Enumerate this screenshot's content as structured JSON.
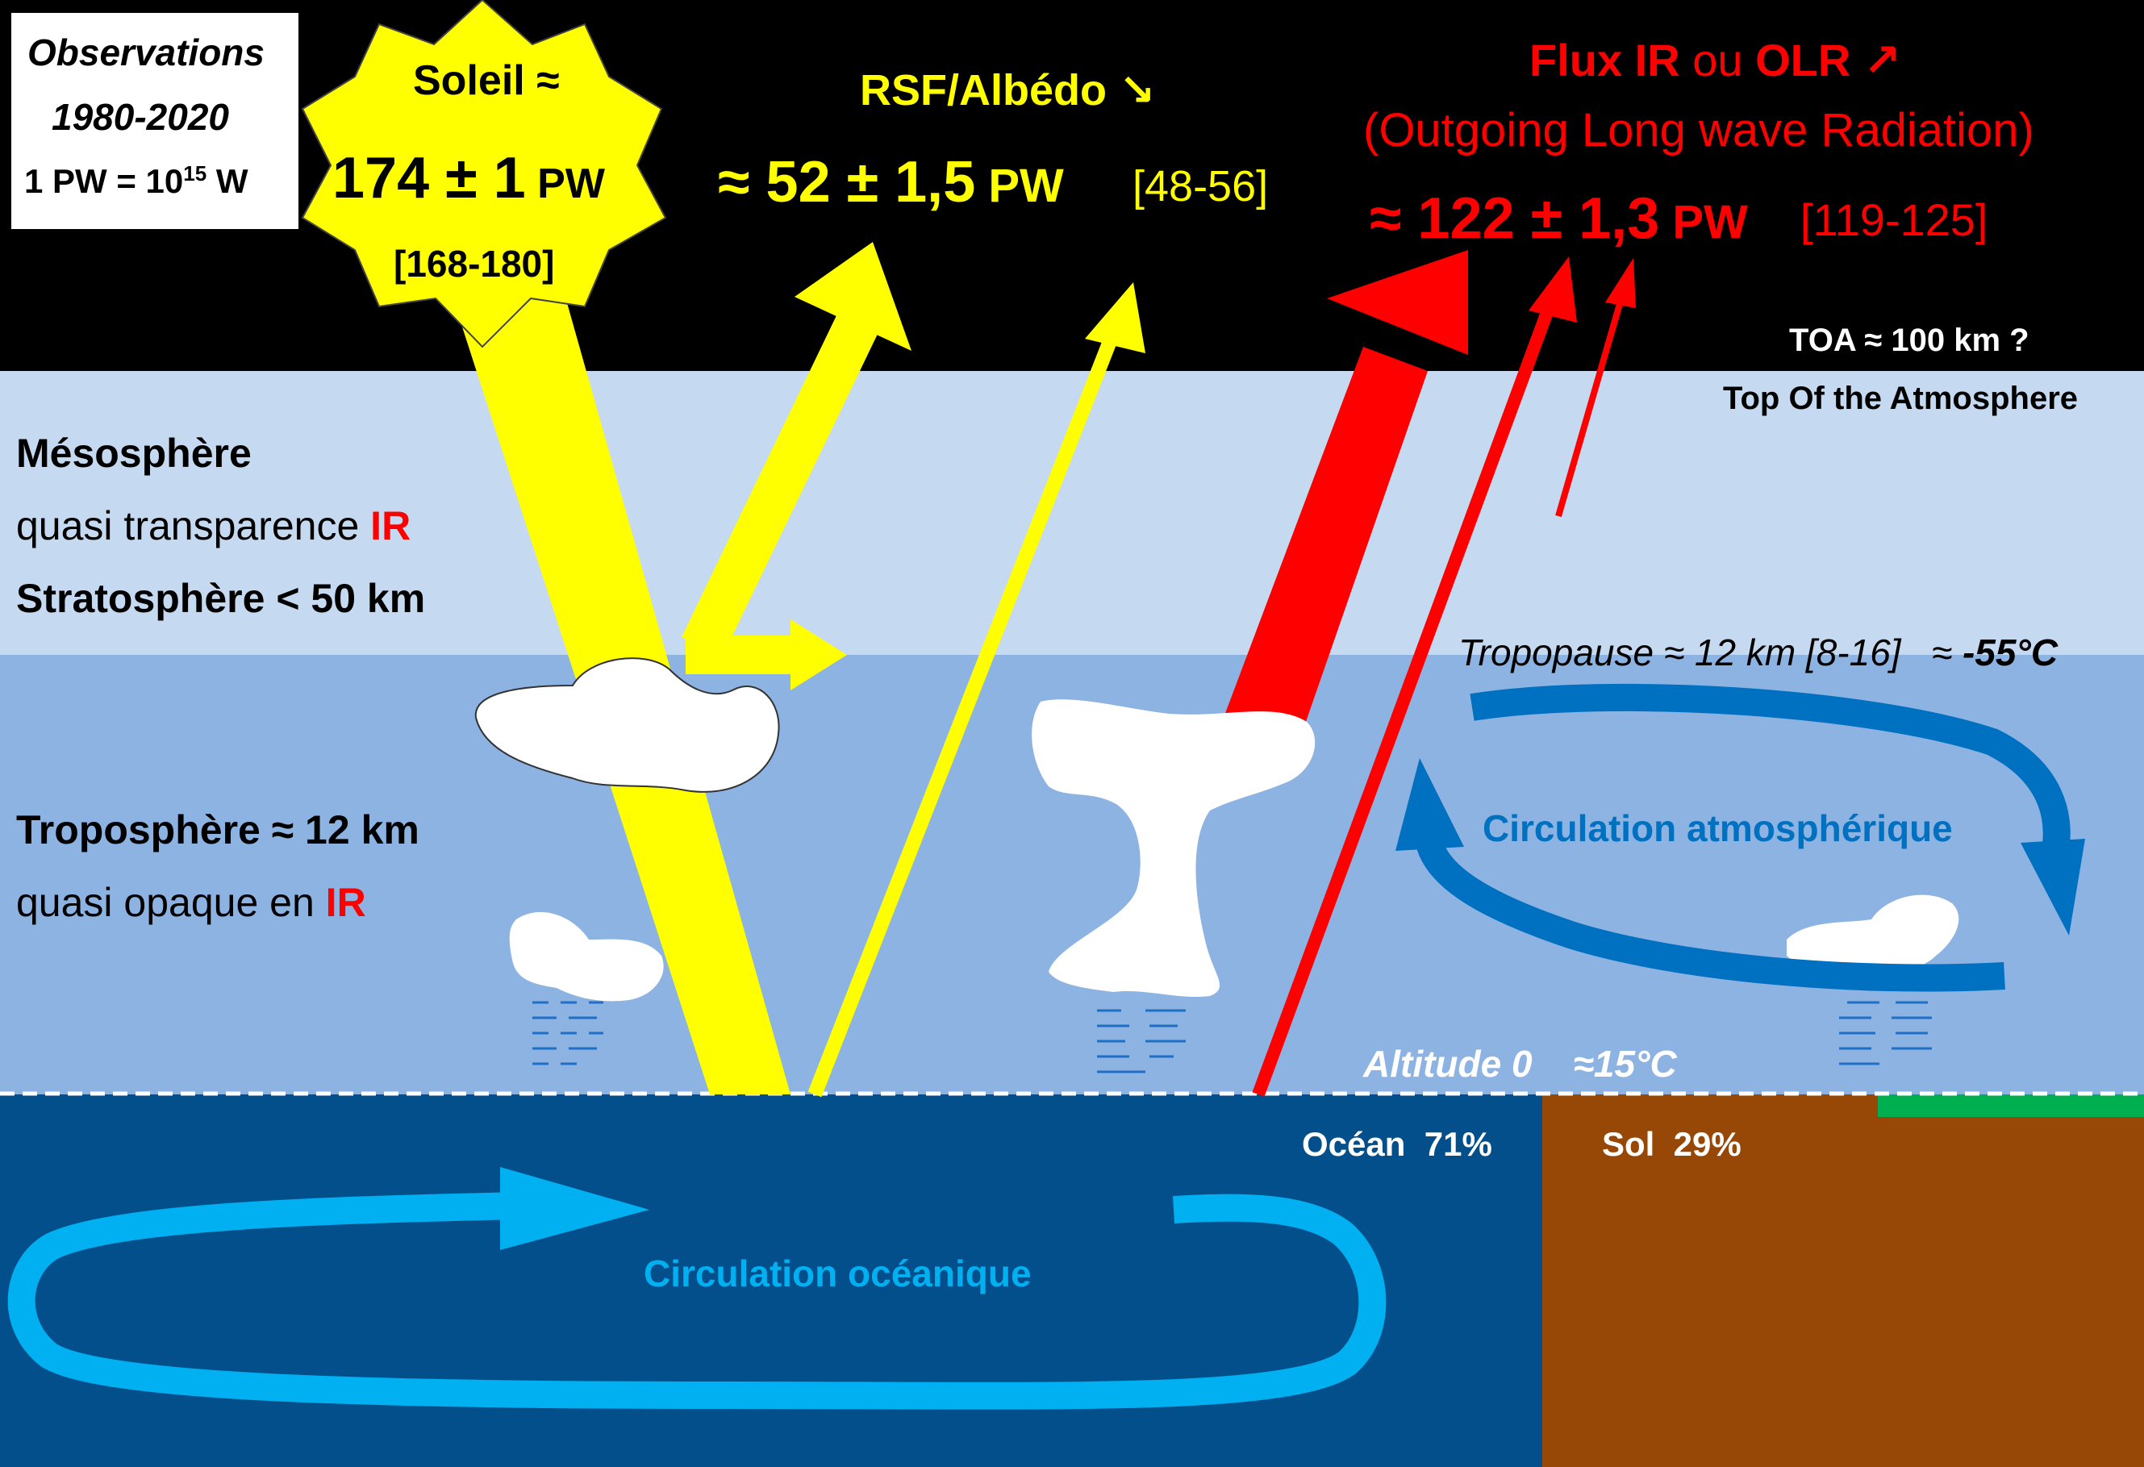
{
  "observations": {
    "title": "Observations",
    "period": "1980-2020",
    "unit_prefix": "1 PW = 10",
    "unit_exponent": "15",
    "unit_suffix": " W"
  },
  "sun": {
    "label": "Soleil ≈",
    "value": "174 ± 1",
    "unit": " PW",
    "range": "[168-180]"
  },
  "albedo": {
    "title": "RSF/Albédo ↘",
    "value_prefix": "≈ ",
    "value": "52 ± 1,5",
    "unit": " PW",
    "range": "[48-56]"
  },
  "olr": {
    "title_flux": "Flux IR ",
    "title_ou": " ou ",
    "title_olr": "OLR ↗",
    "subtitle": "(Outgoing Long wave Radiation)",
    "value_prefix": "≈ ",
    "value": "122 ± 1,3",
    "unit": " PW",
    "range": "[119-125]"
  },
  "toa": {
    "line1": "TOA ≈ 100 km ?",
    "line2": "Top Of the Atmosphere"
  },
  "layers": {
    "mesosphere": "Mésosphère",
    "transparency_text": "quasi transparence ",
    "transparency_ir": "IR",
    "stratosphere": "Stratosphère < 50 km",
    "troposphere": "Troposphère ≈ 12 km",
    "opaque_text": "quasi opaque en ",
    "opaque_ir": "IR",
    "tropopause": "Tropopause ≈ 12 km [8-16]   ≈ ",
    "tropopause_temp": "-55°C",
    "altitude": "Altitude 0    ≈15°C"
  },
  "circulation": {
    "atmospheric": "Circulation atmosphérique",
    "oceanic": "Circulation océanique"
  },
  "surface": {
    "ocean": "Océan  71%",
    "land": "Sol  29%"
  },
  "colors": {
    "space": "#000000",
    "upper_atmosphere": "#c5d9f1",
    "troposphere": "#8db3e2",
    "ocean": "#034f8b",
    "land": "#974806",
    "vegetation": "#00b050",
    "sunlight": "#ffff00",
    "infrared": "#ff0000",
    "atm_circulation": "#0070c0",
    "ocean_circulation": "#00b0f0"
  }
}
